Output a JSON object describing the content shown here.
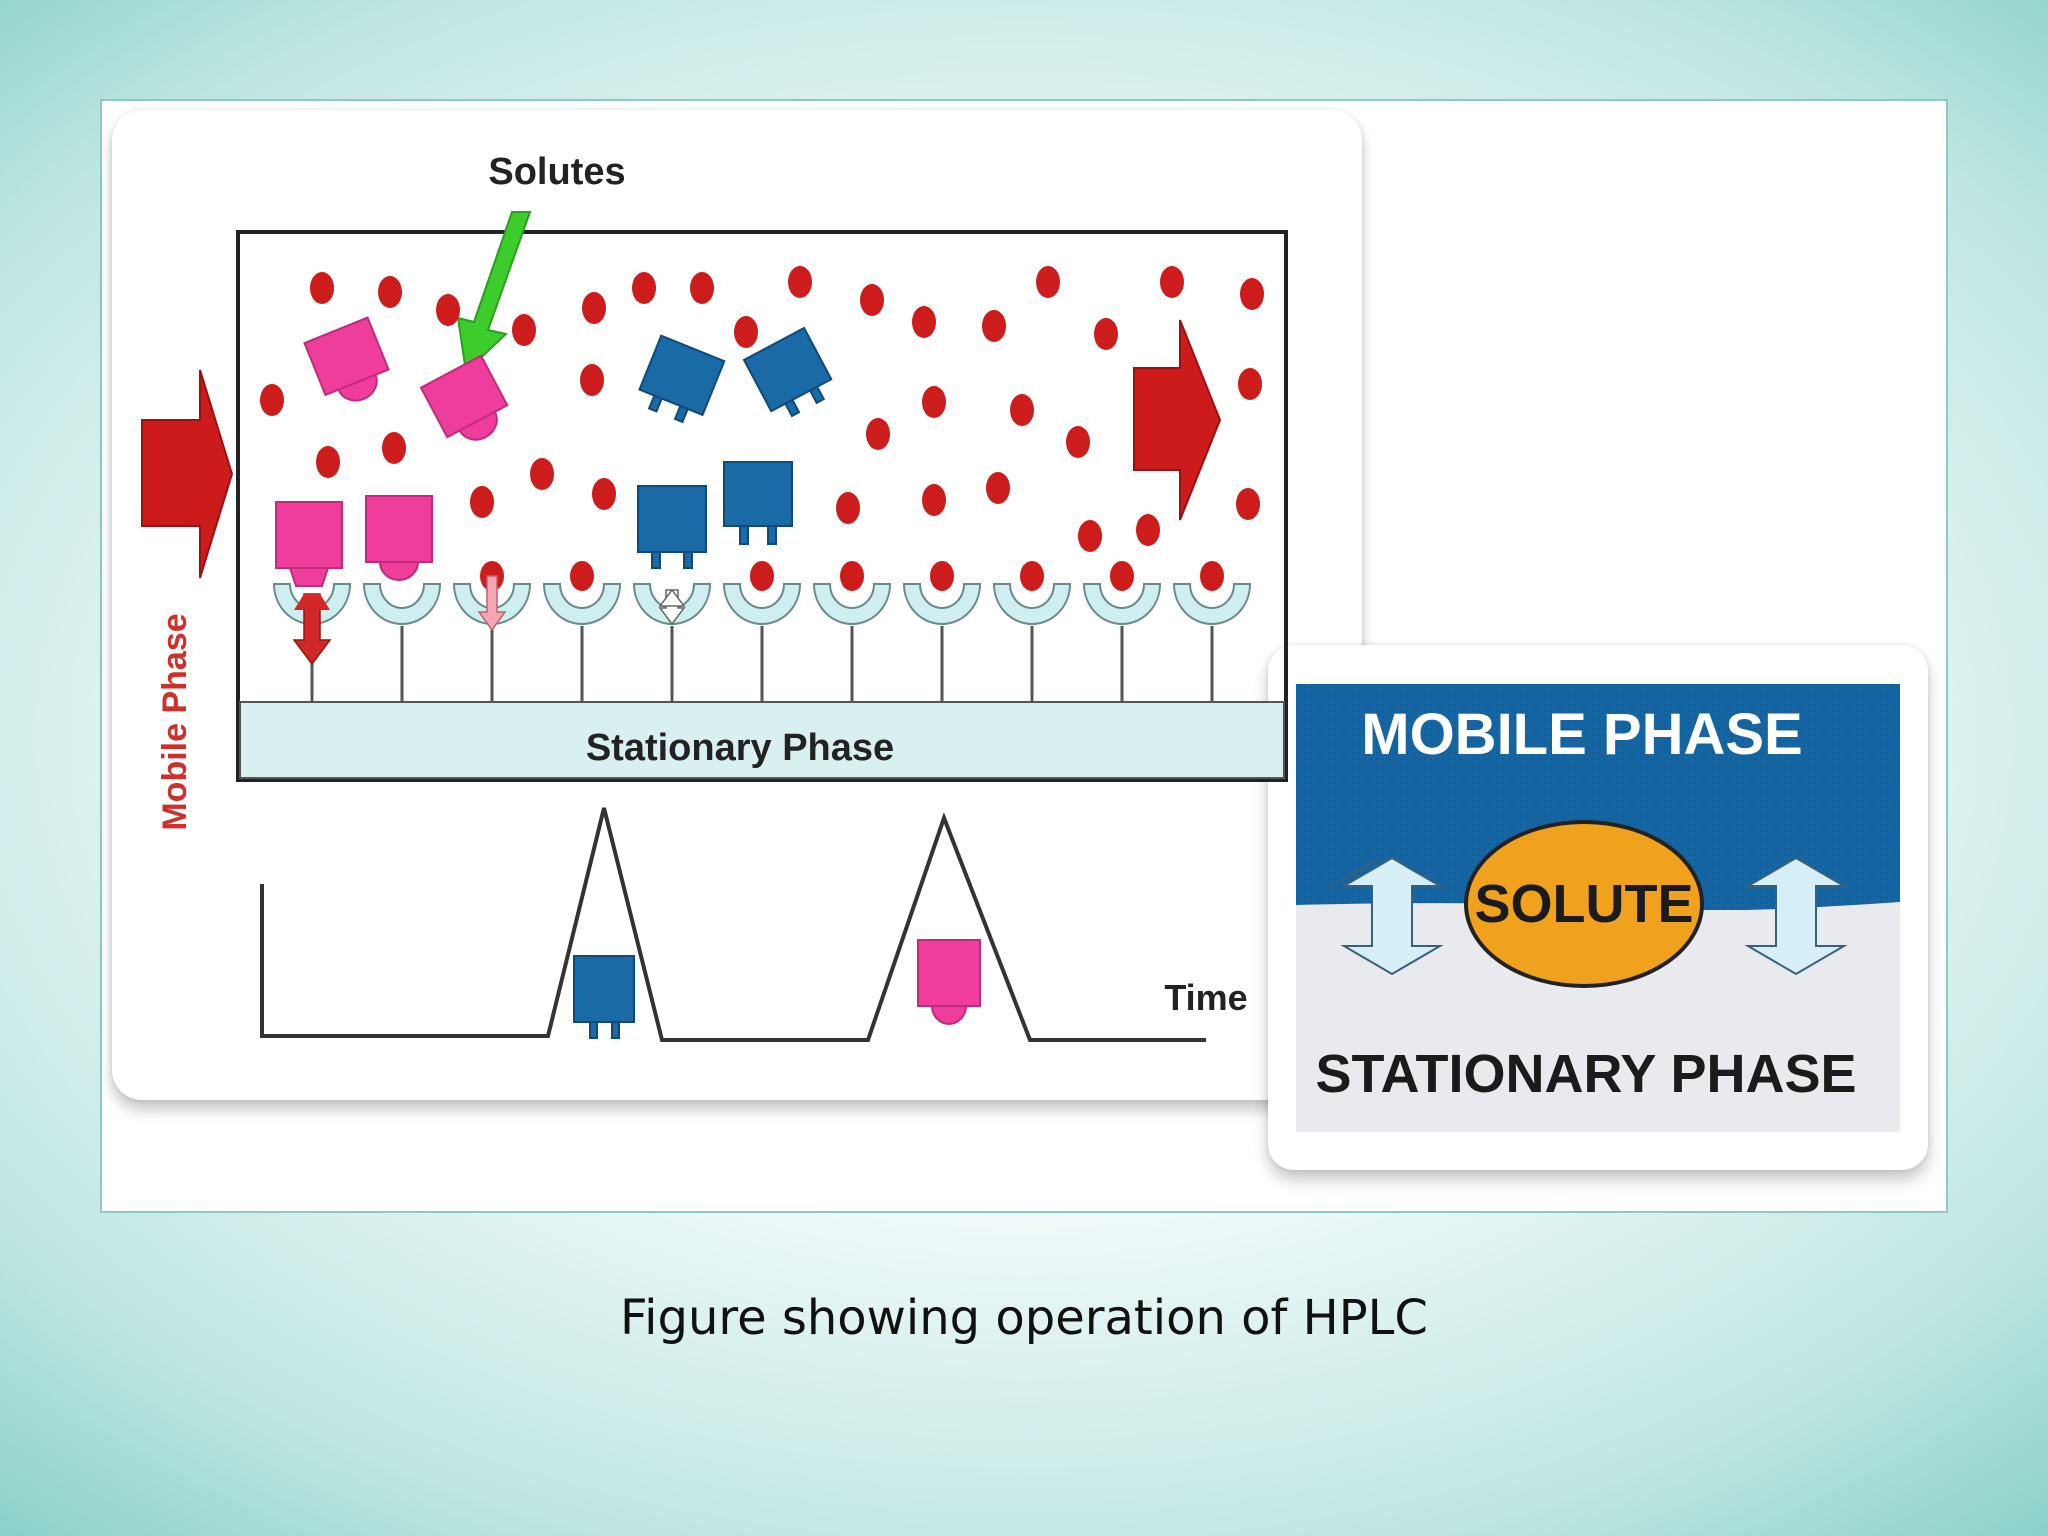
{
  "diagram": {
    "solutes_label": "Solutes",
    "mobile_phase_side_label": "Mobile Phase",
    "stationary_phase_label": "Stationary Phase",
    "time_label": "Time"
  },
  "phase_panel": {
    "mobile_phase_label": "MOBILE PHASE",
    "solute_label": "SOLUTE",
    "stationary_phase_label": "STATIONARY PHASE"
  },
  "caption": "Figure showing operation of HPLC",
  "colors": {
    "mobile_blue": "#1565a3",
    "solute_orange": "#f0a21e",
    "arrow_red": "#cc1b1b",
    "pink_solute": "#ee3d9a",
    "blue_solute": "#1a6aa6",
    "bead_red": "#cc1c1c",
    "stationary_cyan": "#d8f0f0",
    "solutes_arrow_green": "#3ccc2c"
  }
}
